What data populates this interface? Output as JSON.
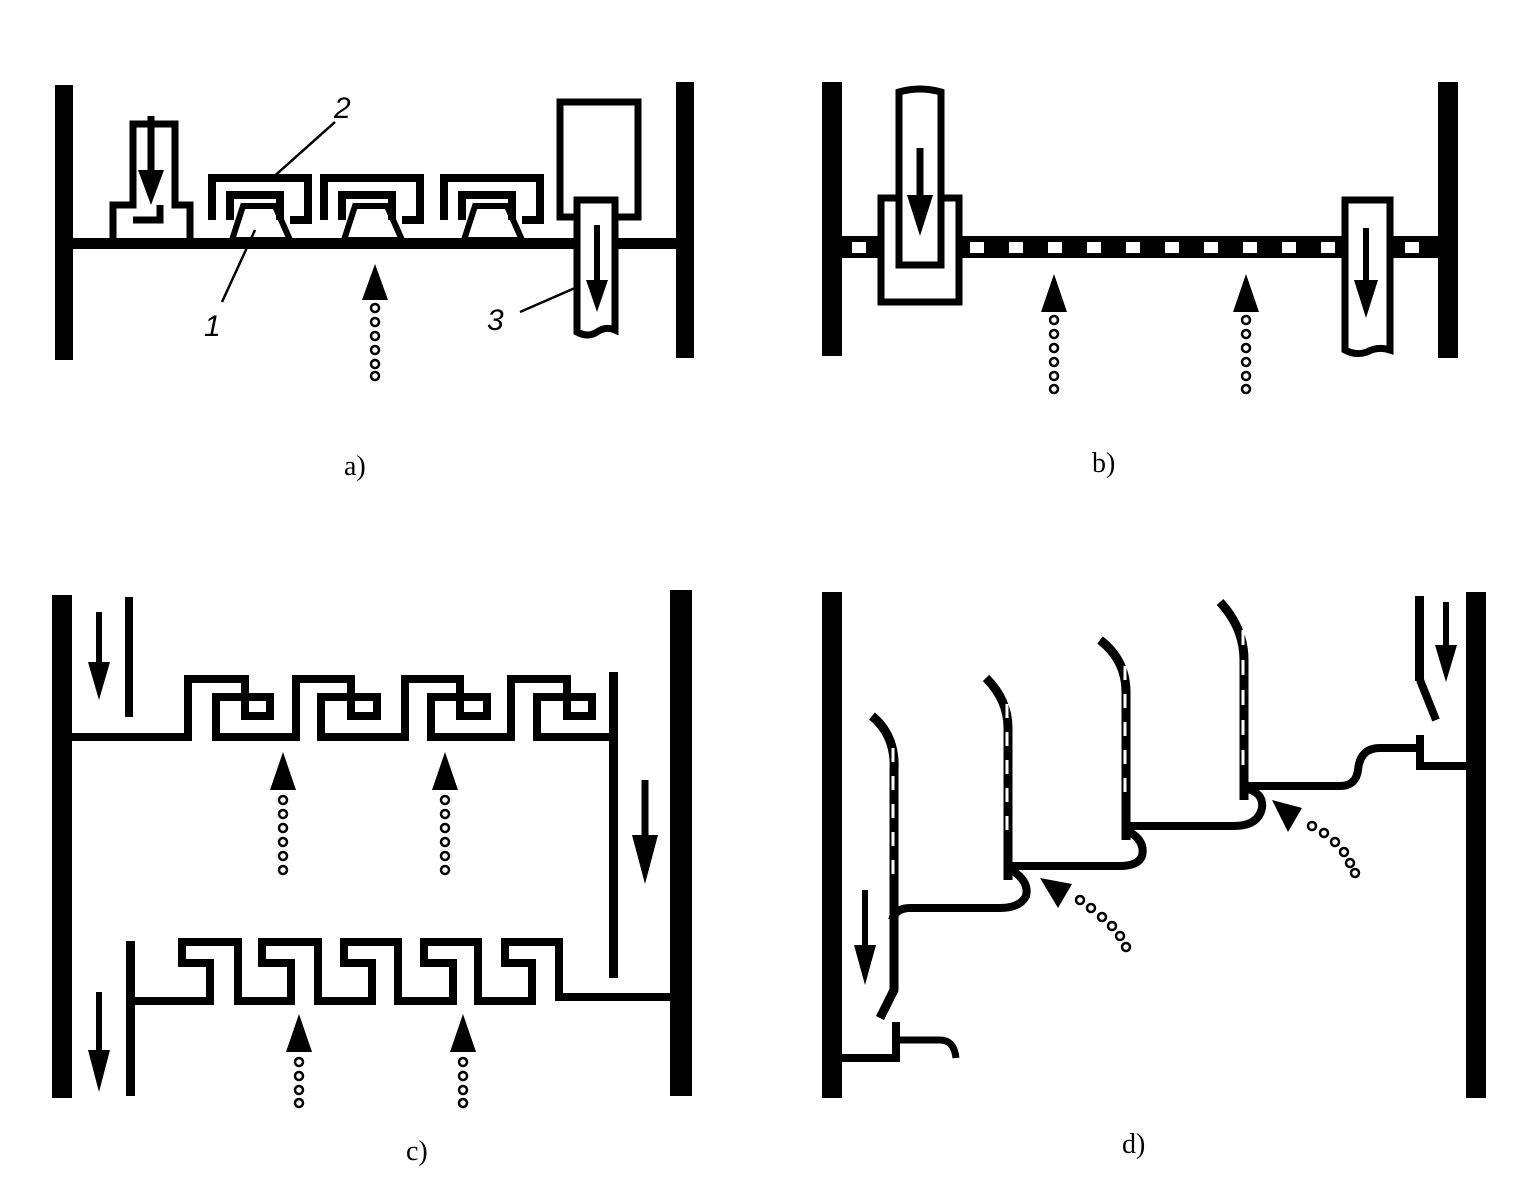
{
  "panels": [
    {
      "id": "a",
      "caption": "a)"
    },
    {
      "id": "b",
      "caption": "b)"
    },
    {
      "id": "c",
      "caption": "c)"
    },
    {
      "id": "d",
      "caption": "d)"
    }
  ],
  "labels": {
    "bubble_cap": "1",
    "cap_cover": "2",
    "downcomer": "3"
  },
  "colors": {
    "ink": "#000000",
    "paper": "#ffffff"
  }
}
